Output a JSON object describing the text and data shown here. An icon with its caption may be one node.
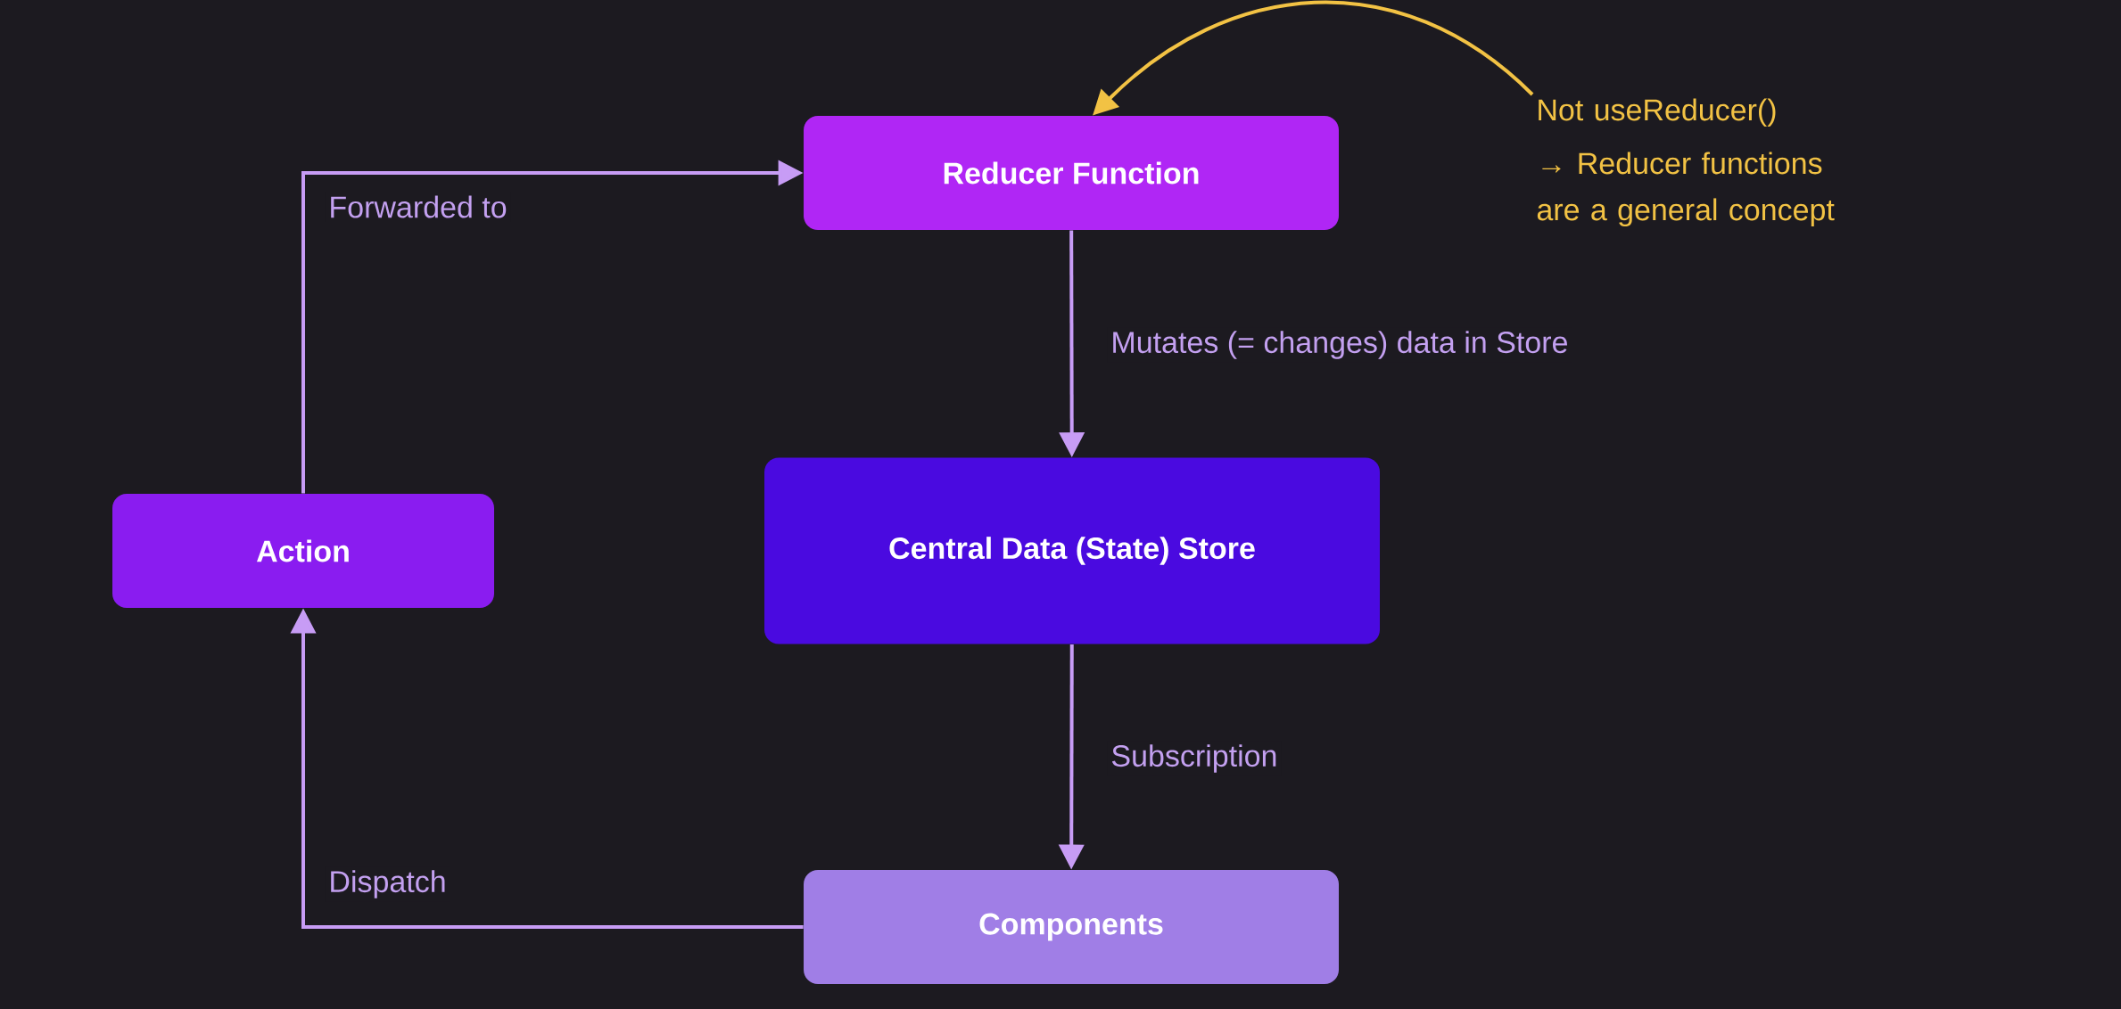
{
  "diagram": {
    "nodes": [
      {
        "text": [
          "Reducer Function"
        ]
      },
      {
        "text": [
          "Central Data (State) Store"
        ]
      },
      {
        "text": [
          "Action"
        ]
      },
      {
        "text": [
          "Components"
        ]
      },
      {
        "text": [
          "Not useReducer()",
          "→ Reducer functions are a general concept"
        ]
      }
    ],
    "edges": [
      {
        "from": 2,
        "to": 0,
        "arrow": "to",
        "label": "Forwarded to"
      },
      {
        "from": 0,
        "to": 1,
        "arrow": "to",
        "label": "Mutates (= changes) data in Store"
      },
      {
        "from": 1,
        "to": 3,
        "arrow": "to",
        "label": "Subscription"
      },
      {
        "from": 3,
        "to": 2,
        "arrow": "to",
        "label": "Dispatch"
      },
      {
        "from": 4,
        "to": 0,
        "arrow": "to",
        "color": "#f2c244"
      }
    ]
  }
}
